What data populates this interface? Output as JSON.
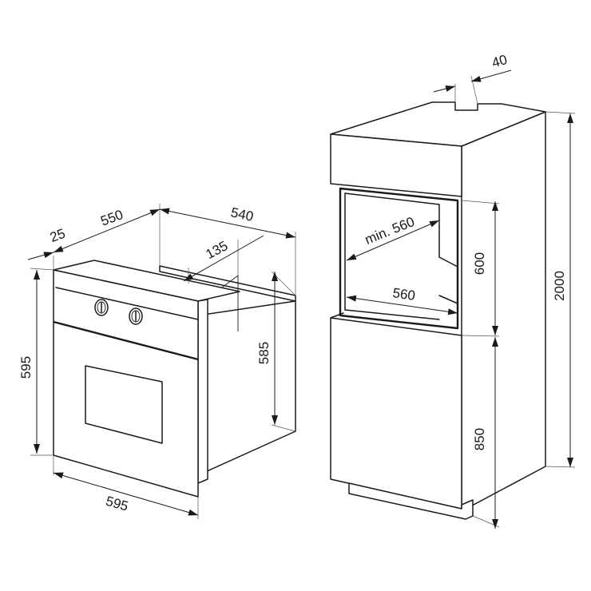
{
  "oven_dims": {
    "d25": "25",
    "d550": "550",
    "d540": "540",
    "d135": "135",
    "d595_height": "595",
    "d585": "585",
    "d595_width": "595"
  },
  "cabinet_dims": {
    "d40": "40",
    "min560": "min. 560",
    "d600": "600",
    "d560": "560",
    "d2000": "2000",
    "d850": "850"
  }
}
